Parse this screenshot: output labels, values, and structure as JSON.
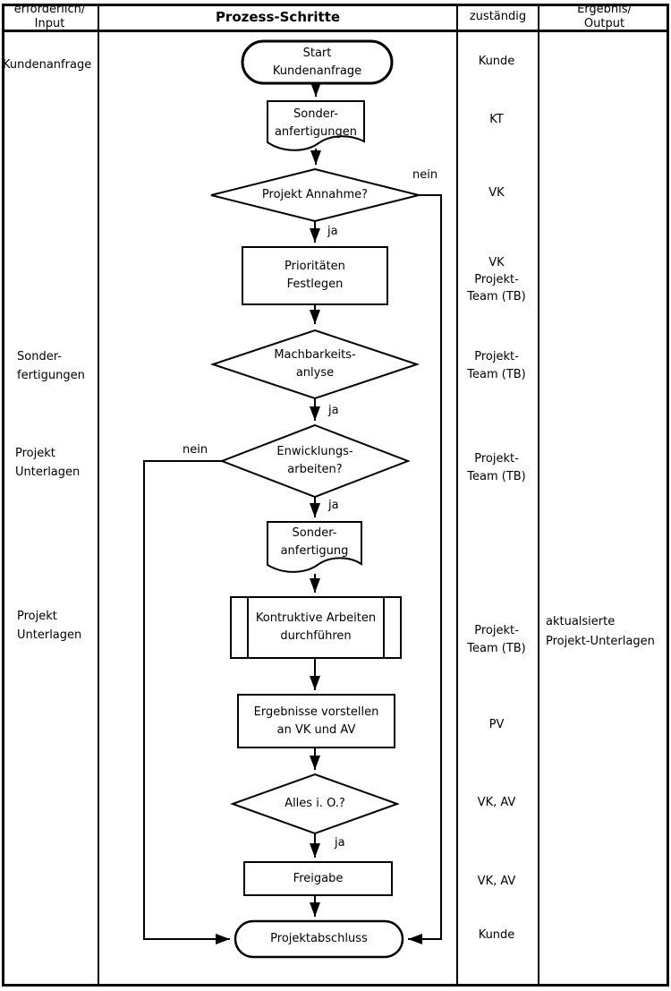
{
  "header": {
    "input": "erforderlich/\nInput",
    "process": "Prozess-Schritte",
    "responsible": "zuständig",
    "output": "Ergebnis/\nOutput"
  },
  "flow": {
    "start": "Start\nKundenanfrage",
    "doc_top": "Sonder-\nanfertigungen",
    "decision_accept": "Projekt Annahme?",
    "prioritize": "Prioritäten\nFestlegen",
    "decision_feasibility": "Machbarkeits-\nanlyse",
    "decision_development": "Enwicklungs-\narbeiten?",
    "doc_mid": "Sonder-\nanfertigung",
    "construct": "Kontruktive Arbeiten\ndurchführen",
    "present": "Ergebnisse vorstellen\nan VK und AV",
    "decision_ok": "Alles i. O.?",
    "release": "Freigabe",
    "end": "Projektabschluss",
    "ja_labels": [
      "ja",
      "ja",
      "ja",
      "ja"
    ],
    "nein_labels": [
      "nein",
      "nein"
    ]
  },
  "inputs": [
    "Kundenanfrage",
    "Sonder-\nfertigungen",
    "Projekt\nUnterlagen",
    "Projekt\nUnterlagen"
  ],
  "responsible": [
    "Kunde",
    "KT",
    "VK",
    "VK\nProjekt-\nTeam (TB)",
    "Projekt-\nTeam (TB)",
    "Projekt-\nTeam (TB)",
    "Projekt-\nTeam (TB)",
    "PV",
    "VK, AV",
    "VK, AV",
    "Kunde"
  ],
  "outputs": [
    "aktualsierte\nProjekt-Unterlagen"
  ],
  "colors": {
    "line": "#000000",
    "background": "#ffffff"
  }
}
